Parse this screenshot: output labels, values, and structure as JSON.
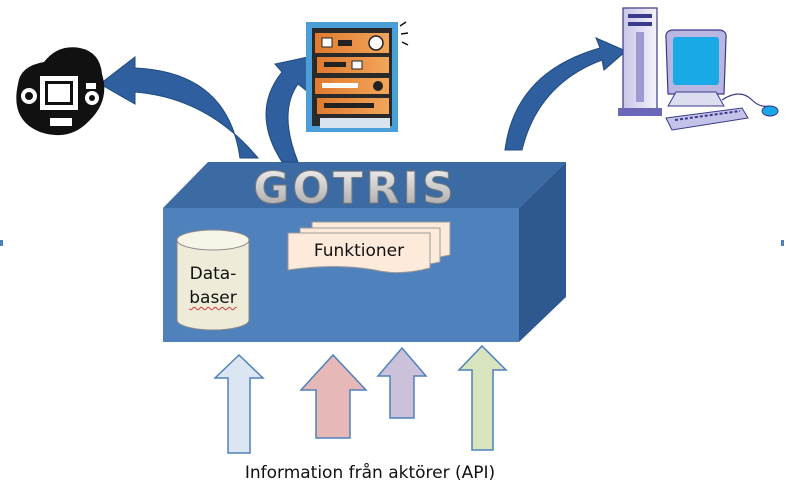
{
  "diagram": {
    "box_title": "GOTRIS",
    "database_label_line1": "Data-",
    "database_label_line2": "baser",
    "functions_label": "Funktioner",
    "caption": "Information från aktörer (API)"
  },
  "icons": {
    "left_device": "tablet-computer-icon",
    "server": "server-rack-icon",
    "desktop": "desktop-computer-icon"
  },
  "colors": {
    "box_front": "#4f81bd",
    "box_top": "#3c6aa3",
    "box_side": "#2e5890",
    "arrow_blue": "#dce6f2",
    "arrow_red": "#e6b9b8",
    "arrow_purple": "#ccc1da",
    "arrow_green": "#d7e4bd",
    "curved_arrow": "#2f5f9e"
  }
}
